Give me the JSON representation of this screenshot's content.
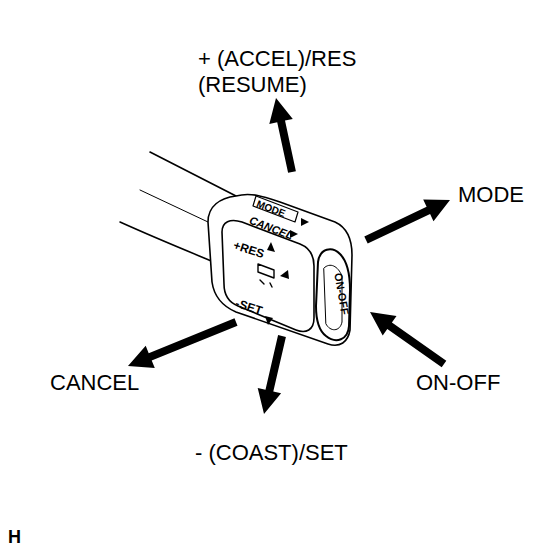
{
  "diagram": {
    "labels": [
      "+ (ACCEL)/RES (RESUME)",
      "MODE",
      "ON-OFF",
      "CANCEL",
      "- (COAST)/SET",
      "MODE",
      "CANCEL",
      "+RES",
      "-SET",
      "ON-OFF",
      "H"
    ]
  }
}
